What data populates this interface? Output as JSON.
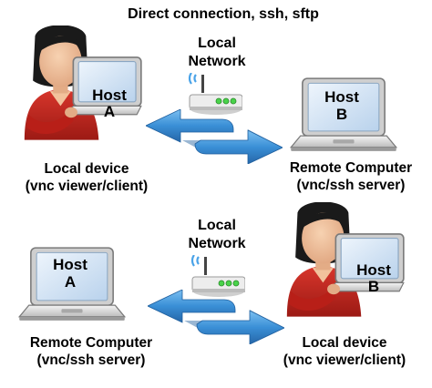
{
  "title": "Direct connection, ssh, sftp",
  "panels": [
    {
      "network_label": [
        "Local",
        "Network"
      ],
      "left": {
        "role": "person-with-laptop",
        "screen_label": [
          "Host",
          "A"
        ],
        "caption": [
          "Local device",
          "(vnc viewer/client)"
        ]
      },
      "right": {
        "role": "laptop",
        "screen_label": [
          "Host",
          "B"
        ],
        "caption": [
          "Remote Computer",
          "(vnc/ssh server)"
        ]
      }
    },
    {
      "network_label": [
        "Local",
        "Network"
      ],
      "left": {
        "role": "laptop",
        "screen_label": [
          "Host",
          "A"
        ],
        "caption": [
          "Remote Computer",
          "(vnc/ssh server)"
        ]
      },
      "right": {
        "role": "person-with-laptop",
        "screen_label": [
          "Host",
          "B"
        ],
        "caption": [
          "Local device",
          "(vnc viewer/client)"
        ]
      }
    }
  ],
  "icons": [
    "router-icon",
    "laptop-icon",
    "person-icon",
    "bidirectional-arrow-icon"
  ],
  "colors": {
    "arrow": "#3a8fd6",
    "arrow_dark": "#1f5f9e",
    "shirt": "#c4261d",
    "hair": "#1a1a1a",
    "skin": "#f2c29c",
    "laptop_body": "#d9d9d9",
    "laptop_screen": "#c7dcf0",
    "router": "#e5e5e5",
    "router_led": "#49d34a"
  }
}
